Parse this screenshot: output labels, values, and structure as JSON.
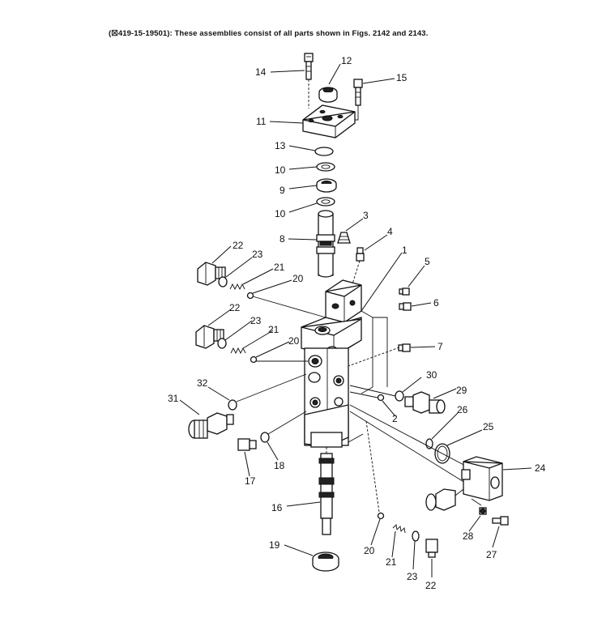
{
  "header": {
    "note": "(☒419-15-19501): These assemblies consist of all parts shown in Figs. 2142 and 2143."
  },
  "callouts": {
    "c1": "1",
    "c2": "2",
    "c3": "3",
    "c4": "4",
    "c5": "5",
    "c6": "6",
    "c7": "7",
    "c8": "8",
    "c9": "9",
    "c10a": "10",
    "c10b": "10",
    "c11": "11",
    "c12": "12",
    "c13": "13",
    "c14": "14",
    "c15": "15",
    "c16": "16",
    "c17": "17",
    "c18": "18",
    "c19": "19",
    "c20a": "20",
    "c20b": "20",
    "c20c": "20",
    "c21a": "21",
    "c21b": "21",
    "c21c": "21",
    "c22a": "22",
    "c22b": "22",
    "c22c": "22",
    "c23a": "23",
    "c23b": "23",
    "c23c": "23",
    "c24": "24",
    "c25": "25",
    "c26": "26",
    "c27": "27",
    "c28": "28",
    "c29": "29",
    "c30": "30",
    "c31": "31",
    "c32": "32"
  }
}
